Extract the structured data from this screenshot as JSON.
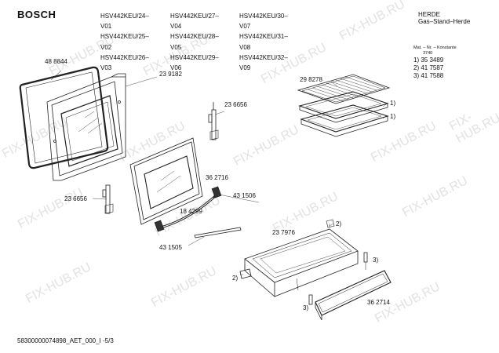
{
  "brand": "BOSCH",
  "models": [
    [
      "HSV442KEU/24–V01",
      "HSV442KEU/25–V02",
      "HSV442KEU/26–V03"
    ],
    [
      "HSV442KEU/27–V04",
      "HSV442KEU/28–V05",
      "HSV442KEU/29–V06"
    ],
    [
      "HSV442KEU/30–V07",
      "HSV442KEU/31–V08",
      "HSV442KEU/32–V09"
    ]
  ],
  "header": {
    "title": "HERDE",
    "subtitle": "Gas–Stand–Herde"
  },
  "material": {
    "label": "Mat. – Nr. – Konstante",
    "value": "3740"
  },
  "parts_list": [
    "1) 35 3489",
    "2) 41 7587",
    "3) 41 7588"
  ],
  "callouts": {
    "c488844": "48 8844",
    "c239182": "23 9182",
    "c298278": "29 8278",
    "c236656a": "23 6656",
    "c362716": "36 2716",
    "c236656b": "23 6656",
    "c431506": "43 1506",
    "c184299": "18 4299",
    "c431505": "43 1505",
    "c237976": "23 7976",
    "c362714": "36 2714",
    "n1a": "1)",
    "n1b": "1)",
    "n2a": "2)",
    "n2b": "2)",
    "n3a": "3)",
    "n3b": "3)"
  },
  "footer": "58300000074898_AET_000_I  -5/3",
  "watermark": "FIX-HUB.RU"
}
